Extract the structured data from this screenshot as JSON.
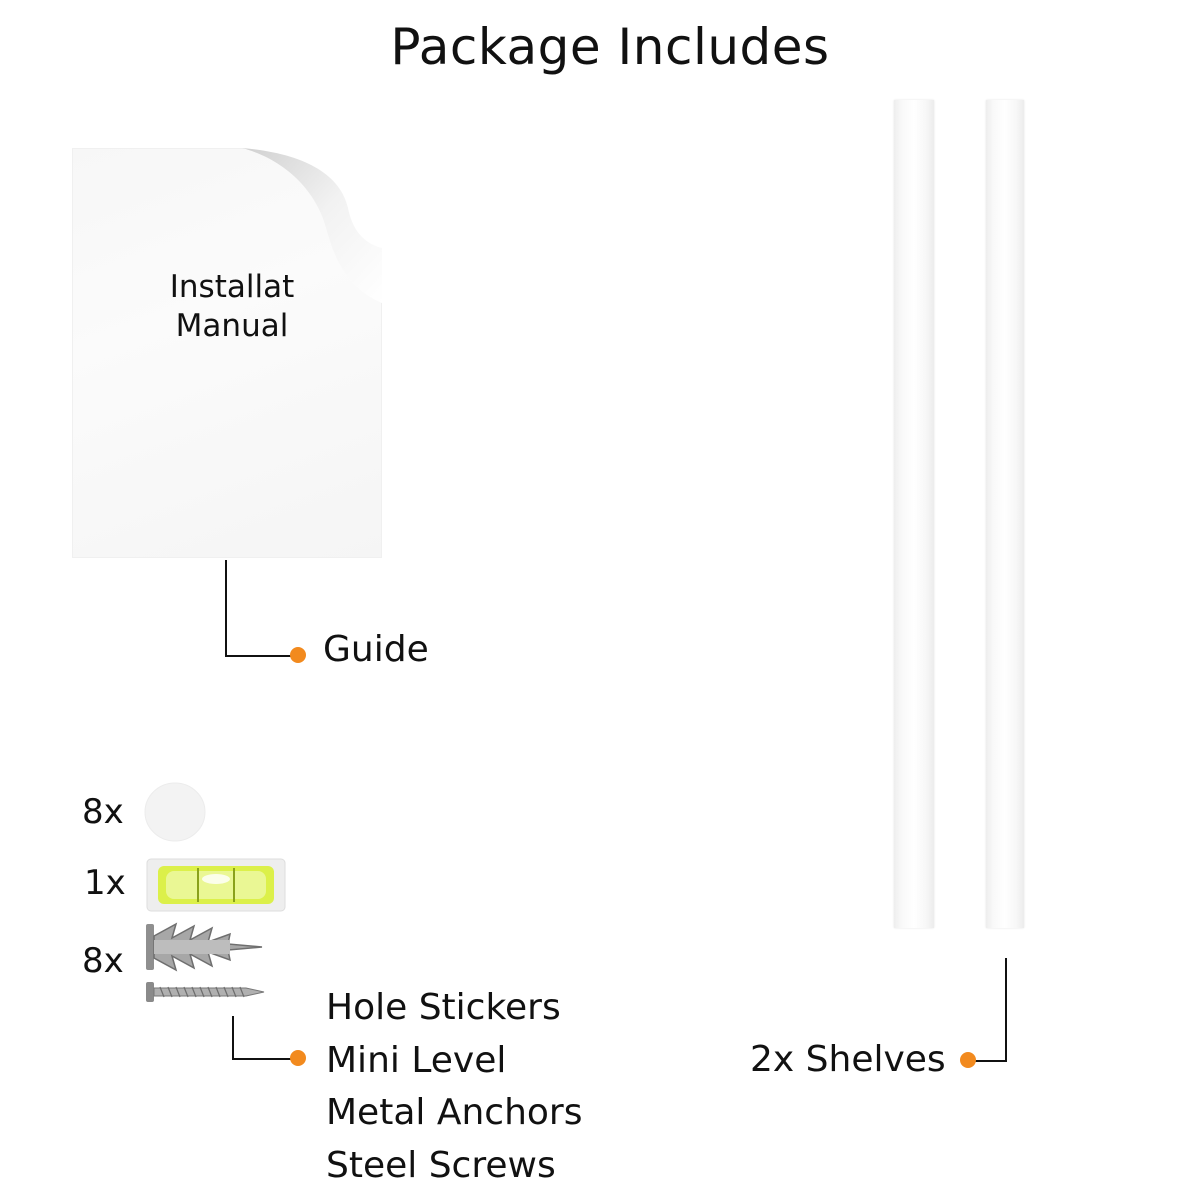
{
  "header": {
    "title": "Package Includes"
  },
  "manual": {
    "line1": "Installat",
    "line2": "Manual"
  },
  "guide": {
    "label": "Guide"
  },
  "hardware": {
    "quantities": [
      "8x",
      "1x",
      "8x"
    ],
    "items": [
      "Hole Stickers",
      "Mini Level",
      "Metal Anchors",
      "Steel Screws"
    ]
  },
  "shelves": {
    "label": "2x Shelves"
  },
  "colors": {
    "accent": "#f28a1e",
    "level_liquid": "#d8f23a"
  },
  "icons": [
    "hole-sticker-icon",
    "mini-level-icon",
    "metal-anchor-icon",
    "steel-screw-icon",
    "page-curl-icon"
  ]
}
